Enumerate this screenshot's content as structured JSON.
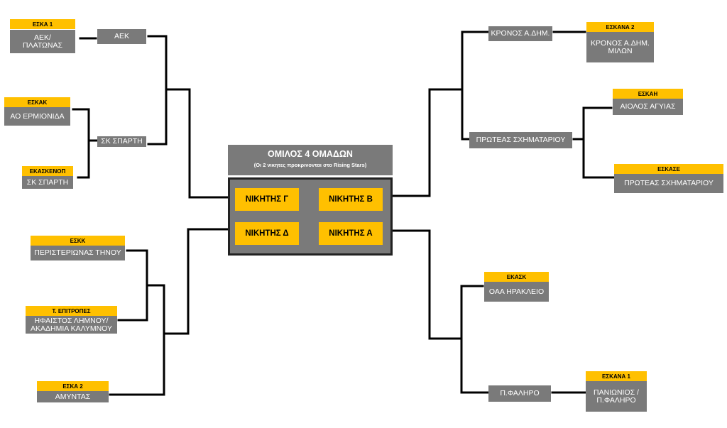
{
  "center": {
    "title": "ΟΜΙΛΟΣ 4 ΟΜΑΔΩΝ",
    "subtitle": "(Οι 2 νικητες  προκρινονται στο Rising Stars)",
    "winners": {
      "g": "ΝΙΚΗΤΗΣ Γ",
      "b": "ΝΙΚΗΤΗΣ Β",
      "d": "ΝΙΚΗΤΗΣ Δ",
      "a": "ΝΙΚΗΤΗΣ Α"
    }
  },
  "left": {
    "e1": {
      "region": "ΕΣΚΑ 1",
      "lines": [
        "ΑΕΚ/",
        "ΠΛΑΤΩΝΑΣ"
      ]
    },
    "r1": "ΑΕΚ",
    "e2": {
      "region": "ΕΣΚΑΚ",
      "lines": [
        "ΑΟ ΕΡΜΙΟΝΙΔΑ"
      ]
    },
    "r2": "ΣΚ ΣΠΑΡΤΗ",
    "e3": {
      "region": "ΕΚΑΣΚΕΝΟΠ",
      "lines": [
        "ΣΚ ΣΠΑΡΤΗ"
      ]
    },
    "e4": {
      "region": "ΕΣΚΚ",
      "lines": [
        "ΠΕΡΙΣΤΕΡΙΩΝΑΣ ΤΗΝΟΥ"
      ]
    },
    "e5": {
      "region": "Τ. ΕΠΙΤΡΟΠΕΣ",
      "lines": [
        "ΗΦΑΙΣΤΟΣ ΛΗΜΝΟΥ/",
        "ΑΚΑΔΗΜΙΑ ΚΑΛΥΜΝΟΥ"
      ]
    },
    "e6": {
      "region": "ΕΣΚΑ 2",
      "lines": [
        "ΑΜΥΝΤΑΣ"
      ]
    }
  },
  "right": {
    "r1": "ΚΡΟΝΟΣ Α.ΔΗΜ.",
    "e1": {
      "region": "ΕΣΚΑΝΑ 2",
      "lines": [
        "ΚΡΟΝΟΣ Α.ΔΗΜ.",
        "ΜΙΛΩΝ"
      ]
    },
    "e2": {
      "region": "ΕΣΚΑΗ",
      "lines": [
        "ΑΙΟΛΟΣ ΑΓΥΙΑΣ"
      ]
    },
    "r2": "ΠΡΩΤΕΑΣ ΣΧΗΜΑΤΑΡΙΟΥ",
    "e3": {
      "region": "ΕΣΚΑΣΕ",
      "lines": [
        "ΠΡΩΤΕΑΣ ΣΧΗΜΑΤΑΡΙΟΥ"
      ]
    },
    "e4": {
      "region": "ΕΚΑΣΚ",
      "lines": [
        "ΟΑΑ ΗΡΑΚΛΕΙΟ"
      ]
    },
    "r3": "Π.ΦΑΛΗΡΟ",
    "e5": {
      "region": "ΕΣΚΑΝΑ 1",
      "lines": [
        "ΠΑΝΙΩΝΙΟΣ /",
        "Π.ΦΑΛΗΡΟ"
      ]
    }
  },
  "colors": {
    "accent": "#ffc000",
    "box": "#7a7a7a",
    "line": "#000000"
  }
}
